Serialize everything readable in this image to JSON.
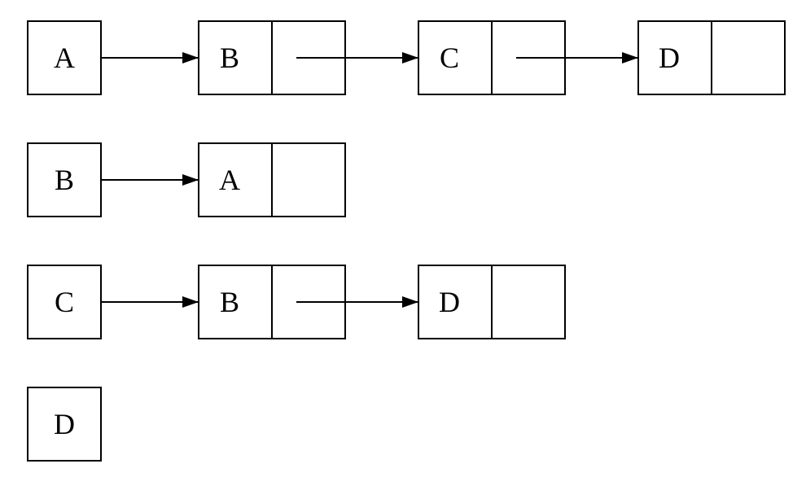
{
  "lists": [
    {
      "head": "A",
      "nodes": [
        "B",
        "C",
        "D"
      ]
    },
    {
      "head": "B",
      "nodes": [
        "A"
      ]
    },
    {
      "head": "C",
      "nodes": [
        "B",
        "D"
      ]
    },
    {
      "head": "D",
      "nodes": []
    }
  ]
}
